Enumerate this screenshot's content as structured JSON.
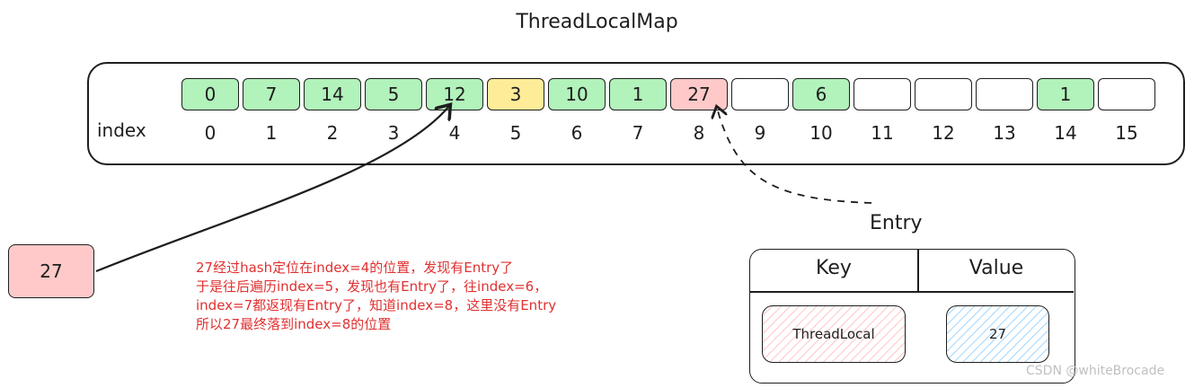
{
  "title": "ThreadLocalMap",
  "index_label": "index",
  "cells": [
    {
      "value": "0",
      "color": "#b2f2bb"
    },
    {
      "value": "7",
      "color": "#b2f2bb"
    },
    {
      "value": "14",
      "color": "#b2f2bb"
    },
    {
      "value": "5",
      "color": "#b2f2bb"
    },
    {
      "value": "12",
      "color": "#b2f2bb"
    },
    {
      "value": "3",
      "color": "#ffec99"
    },
    {
      "value": "10",
      "color": "#b2f2bb"
    },
    {
      "value": "1",
      "color": "#b2f2bb"
    },
    {
      "value": "27",
      "color": "#ffc9c9"
    },
    {
      "value": "",
      "color": "#ffffff"
    },
    {
      "value": "6",
      "color": "#b2f2bb"
    },
    {
      "value": "",
      "color": "#ffffff"
    },
    {
      "value": "",
      "color": "#ffffff"
    },
    {
      "value": "",
      "color": "#ffffff"
    },
    {
      "value": "1",
      "color": "#b2f2bb"
    },
    {
      "value": "",
      "color": "#ffffff"
    }
  ],
  "indices": [
    "0",
    "1",
    "2",
    "3",
    "4",
    "5",
    "6",
    "7",
    "8",
    "9",
    "10",
    "11",
    "12",
    "13",
    "14",
    "15"
  ],
  "new_item": "27",
  "note_lines": [
    "27经过hash定位在index=4的位置，发现有Entry了",
    "于是往后遍历index=5，发现也有Entry了，往index=6，",
    "index=7都返现有Entry了，知道index=8，这里没有Entry",
    "所以27最终落到index=8的位置"
  ],
  "entry": {
    "title": "Entry",
    "key_header": "Key",
    "value_header": "Value",
    "key_value": "ThreadLocal",
    "value_value": "27"
  },
  "watermark": "CSDN @whiteBrocade"
}
